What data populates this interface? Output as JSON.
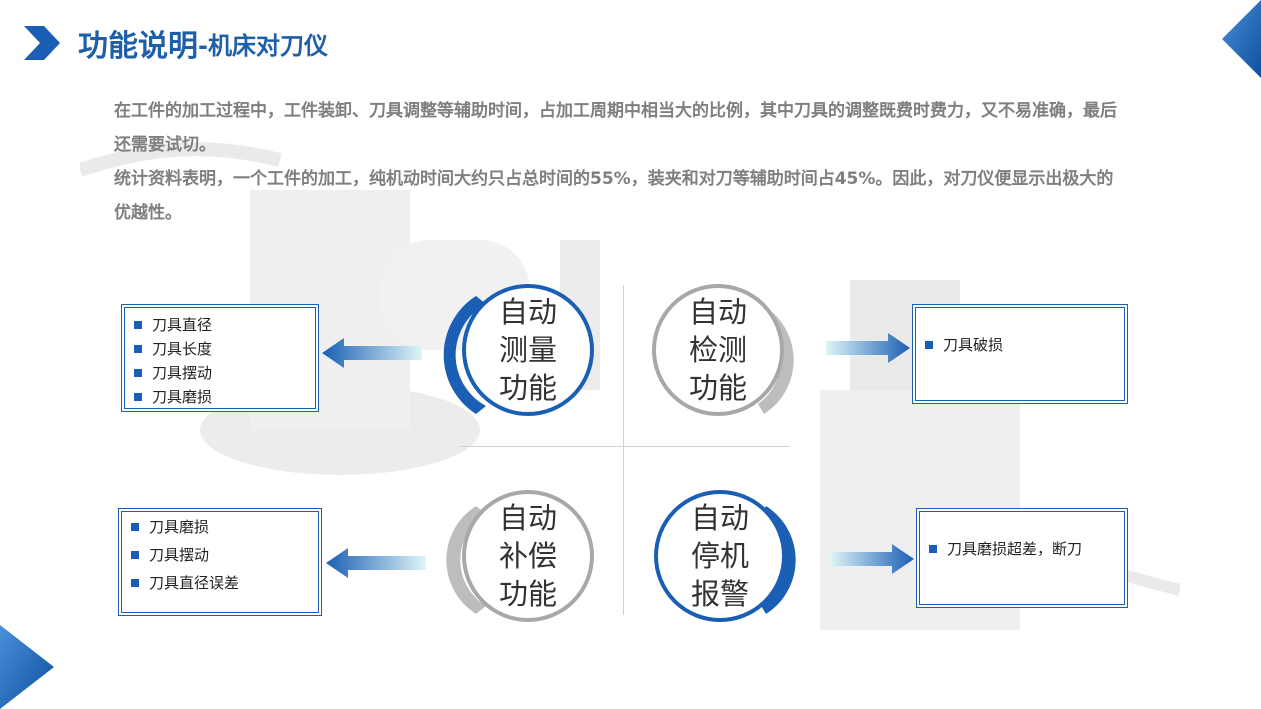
{
  "title": {
    "main": "功能说明",
    "sub": "-机床对刀仪"
  },
  "intro": [
    "在工件的加工过程中，工件装卸、刀具调整等辅助时间，占加工周期中相当大的比例，其中刀具的调整既费时费力，又不易准确，最后还需要试切。",
    "统计资料表明，一个工件的加工，纯机动时间大约只占总时间的55%，装夹和对刀等辅助时间占45%。因此，对刀仪便显示出极大的优越性。"
  ],
  "functions": [
    {
      "name": [
        "自动",
        "测量",
        "功能"
      ],
      "style": "blue",
      "items": [
        "刀具直径",
        "刀具长度",
        "刀具摆动",
        "刀具磨损"
      ]
    },
    {
      "name": [
        "自动",
        "检测",
        "功能"
      ],
      "style": "gray",
      "items": [
        "刀具破损"
      ]
    },
    {
      "name": [
        "自动",
        "补偿",
        "功能"
      ],
      "style": "gray",
      "items": [
        "刀具磨损",
        "刀具摆动",
        "刀具直径误差"
      ]
    },
    {
      "name": [
        "自动",
        "停机",
        "报警"
      ],
      "style": "blue",
      "items": [
        "刀具磨损超差，断刀"
      ]
    }
  ],
  "colors": {
    "accent": "#1a5fb4",
    "title": "#1f5fa8",
    "intro_text": "#7f7f7f",
    "ring_gray": "#a8a8a8"
  },
  "icons": [
    "chevron-right-icon",
    "corner-triangle-icon",
    "arrow-left-icon",
    "arrow-right-icon",
    "bullet-square-icon"
  ]
}
